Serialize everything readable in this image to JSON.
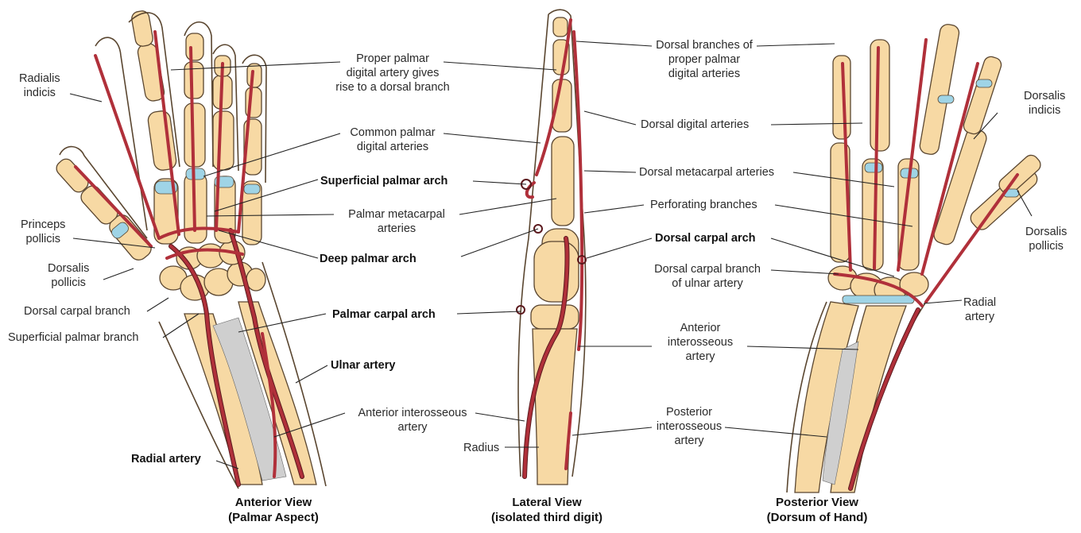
{
  "views": {
    "anterior": {
      "title": "Anterior View",
      "subtitle": "(Palmar Aspect)"
    },
    "lateral": {
      "title": "Lateral View",
      "subtitle": "(isolated third digit)"
    },
    "posterior": {
      "title": "Posterior View",
      "subtitle": "(Dorsum of Hand)"
    }
  },
  "labels": {
    "radialis_indicis": [
      "Radialis",
      "indicis"
    ],
    "proper_palmar": [
      "Proper palmar",
      "digital artery gives",
      "rise to a dorsal branch"
    ],
    "common_palmar": [
      "Common palmar",
      "digital arteries"
    ],
    "superficial_palmar_arch": "Superficial palmar arch",
    "palmar_metacarpal": [
      "Palmar metacarpal",
      "arteries"
    ],
    "deep_palmar_arch": "Deep palmar arch",
    "princeps_pollicis": [
      "Princeps",
      "pollicis"
    ],
    "dorsalis_pollicis_left": [
      "Dorsalis",
      "pollicis"
    ],
    "dorsal_carpal_branch": "Dorsal carpal branch",
    "superficial_palmar_branch": "Superficial palmar branch",
    "palmar_carpal_arch": "Palmar carpal arch",
    "ulnar_artery": "Ulnar artery",
    "anterior_interosseous_left": [
      "Anterior interosseous",
      "artery"
    ],
    "radial_artery_left": "Radial artery",
    "radius": "Radius",
    "dorsal_branches_proper": [
      "Dorsal branches of",
      "proper palmar",
      "digital arteries"
    ],
    "dorsal_digital": "Dorsal digital arteries",
    "dorsal_metacarpal": "Dorsal metacarpal arteries",
    "perforating": "Perforating branches",
    "dorsal_carpal_arch": "Dorsal carpal arch",
    "dorsal_carpal_ulnar": [
      "Dorsal carpal branch",
      "of ulnar artery"
    ],
    "anterior_interosseous_mid": [
      "Anterior",
      "interosseous",
      "artery"
    ],
    "posterior_interosseous": [
      "Posterior",
      "interosseous",
      "artery"
    ],
    "dorsalis_indicis": [
      "Dorsalis",
      "indicis"
    ],
    "dorsalis_pollicis_right": [
      "Dorsalis",
      "pollicis"
    ],
    "radial_artery_right": [
      "Radial",
      "artery"
    ]
  },
  "colors": {
    "artery": "#b0303a",
    "bone": "#f7d9a4",
    "cartilage": "#9fd4e6",
    "outline": "#5a4630"
  }
}
